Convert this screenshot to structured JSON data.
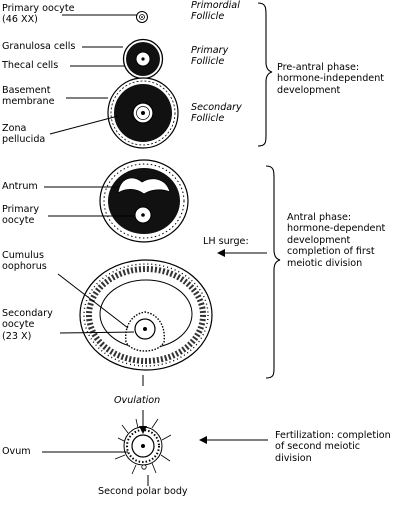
{
  "labels": {
    "primary_oocyte": "Primary oocyte\n(46 XX)",
    "granulosa_cells": "Granulosa cells",
    "thecal_cells": "Thecal cells",
    "basement_membrane": "Basement\nmembrane",
    "zona_pellucida": "Zona\npellucida",
    "antrum": "Antrum",
    "primary_oocyte_2": "Primary\noocyte",
    "cumulus_oophorus": "Cumulus\noophorus",
    "secondary_oocyte": "Secondary\noocyte\n(23 X)",
    "ovum": "Ovum",
    "second_polar_body": "Second polar body"
  },
  "stages": {
    "primordial": "Primordial\nFollicle",
    "primary": "Primary\nFollicle",
    "secondary": "Secondary\nFollicle",
    "ovulation": "Ovulation"
  },
  "phases": {
    "pre_antral": "Pre-antral phase:\nhormone-independent\ndevelopment",
    "antral": "Antral phase:\nhormone-dependent\ndevelopment\ncompletion of first\nmeiotic division",
    "lh_surge": "LH surge:",
    "fertilization": "Fertilization: completion\nof second meiotic\ndivision"
  }
}
